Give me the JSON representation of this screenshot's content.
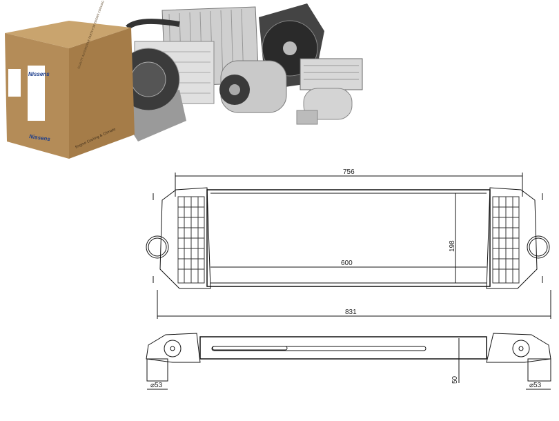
{
  "product_photo": {
    "box_brand": "Nissens",
    "box_slogan": "Engine Cooling & Climate",
    "box_circle_text": "QUALITY AUTOMOTIVE PARTS FOR ENGINE COOLING",
    "box_color": "#b48c58"
  },
  "drawing": {
    "top_view": {
      "overall_tank_width": "756",
      "core_length": "600",
      "core_height": "198",
      "overall_length": "831"
    },
    "side_view": {
      "left_pipe_diameter": "⌀53",
      "right_pipe_diameter": "⌀53",
      "depth": "50"
    },
    "line_color": "#111111"
  }
}
